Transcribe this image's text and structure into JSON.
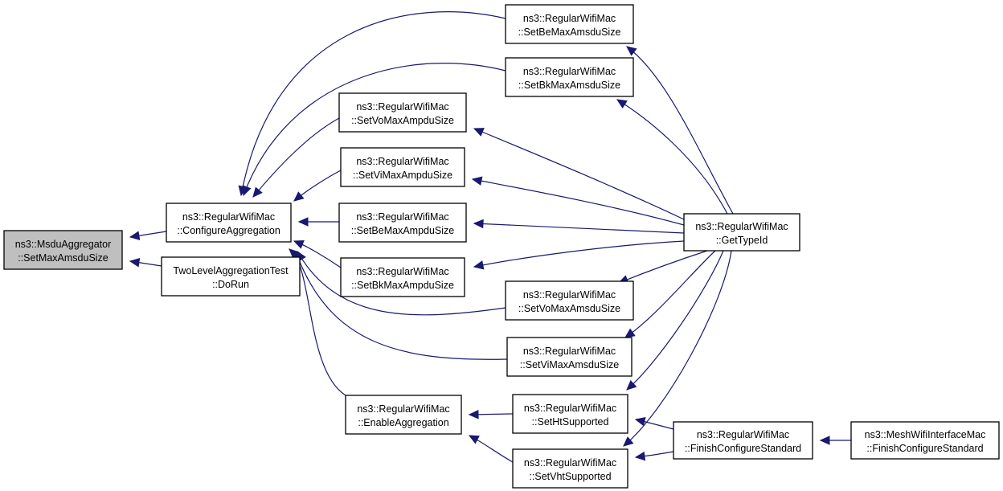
{
  "diagram": {
    "type": "call-graph",
    "colors": {
      "edge": "#191970",
      "node_border": "#000000",
      "root_fill": "#bfbfbf",
      "node_fill": "#ffffff"
    },
    "nodes": [
      {
        "id": "msdu",
        "line1": "ns3::MsduAggregator",
        "line2": "::SetMaxAmsduSize",
        "root": true
      },
      {
        "id": "confagg",
        "line1": "ns3::RegularWifiMac",
        "line2": "::ConfigureAggregation"
      },
      {
        "id": "twolevel",
        "line1": "TwoLevelAggregationTest",
        "line2": "::DoRun"
      },
      {
        "id": "enableagg",
        "line1": "ns3::RegularWifiMac",
        "line2": "::EnableAggregation"
      },
      {
        "id": "setbeamsdu",
        "line1": "ns3::RegularWifiMac",
        "line2": "::SetBeMaxAmsduSize"
      },
      {
        "id": "setbkamsdu",
        "line1": "ns3::RegularWifiMac",
        "line2": "::SetBkMaxAmsduSize"
      },
      {
        "id": "setvoampdu",
        "line1": "ns3::RegularWifiMac",
        "line2": "::SetVoMaxAmpduSize"
      },
      {
        "id": "setviampdu",
        "line1": "ns3::RegularWifiMac",
        "line2": "::SetViMaxAmpduSize"
      },
      {
        "id": "setbeampdu",
        "line1": "ns3::RegularWifiMac",
        "line2": "::SetBeMaxAmpduSize"
      },
      {
        "id": "setbkampdu",
        "line1": "ns3::RegularWifiMac",
        "line2": "::SetBkMaxAmpduSize"
      },
      {
        "id": "setvoamsdu",
        "line1": "ns3::RegularWifiMac",
        "line2": "::SetVoMaxAmsduSize"
      },
      {
        "id": "setviamsdu",
        "line1": "ns3::RegularWifiMac",
        "line2": "::SetViMaxAmsduSize"
      },
      {
        "id": "setht",
        "line1": "ns3::RegularWifiMac",
        "line2": "::SetHtSupported"
      },
      {
        "id": "setvht",
        "line1": "ns3::RegularWifiMac",
        "line2": "::SetVhtSupported"
      },
      {
        "id": "gettypeid",
        "line1": "ns3::RegularWifiMac",
        "line2": "::GetTypeId"
      },
      {
        "id": "finishcfg",
        "line1": "ns3::RegularWifiMac",
        "line2": "::FinishConfigureStandard"
      },
      {
        "id": "meshfinish",
        "line1": "ns3::MeshWifiInterfaceMac",
        "line2": "::FinishConfigureStandard"
      }
    ],
    "edges": [
      {
        "from": "confagg",
        "to": "msdu"
      },
      {
        "from": "twolevel",
        "to": "msdu"
      },
      {
        "from": "setbeamsdu",
        "to": "confagg"
      },
      {
        "from": "setbkamsdu",
        "to": "confagg"
      },
      {
        "from": "setvoampdu",
        "to": "confagg"
      },
      {
        "from": "setviampdu",
        "to": "confagg"
      },
      {
        "from": "setbeampdu",
        "to": "confagg"
      },
      {
        "from": "setbkampdu",
        "to": "confagg"
      },
      {
        "from": "setvoamsdu",
        "to": "confagg"
      },
      {
        "from": "setviamsdu",
        "to": "confagg"
      },
      {
        "from": "enableagg",
        "to": "confagg"
      },
      {
        "from": "gettypeid",
        "to": "setbeamsdu"
      },
      {
        "from": "gettypeid",
        "to": "setbkamsdu"
      },
      {
        "from": "gettypeid",
        "to": "setvoampdu"
      },
      {
        "from": "gettypeid",
        "to": "setviampdu"
      },
      {
        "from": "gettypeid",
        "to": "setbeampdu"
      },
      {
        "from": "gettypeid",
        "to": "setbkampdu"
      },
      {
        "from": "gettypeid",
        "to": "setvoamsdu"
      },
      {
        "from": "gettypeid",
        "to": "setviamsdu"
      },
      {
        "from": "gettypeid",
        "to": "setht"
      },
      {
        "from": "gettypeid",
        "to": "setvht"
      },
      {
        "from": "setht",
        "to": "enableagg"
      },
      {
        "from": "setvht",
        "to": "enableagg"
      },
      {
        "from": "finishcfg",
        "to": "setht"
      },
      {
        "from": "finishcfg",
        "to": "setvht"
      },
      {
        "from": "meshfinish",
        "to": "finishcfg"
      }
    ]
  }
}
